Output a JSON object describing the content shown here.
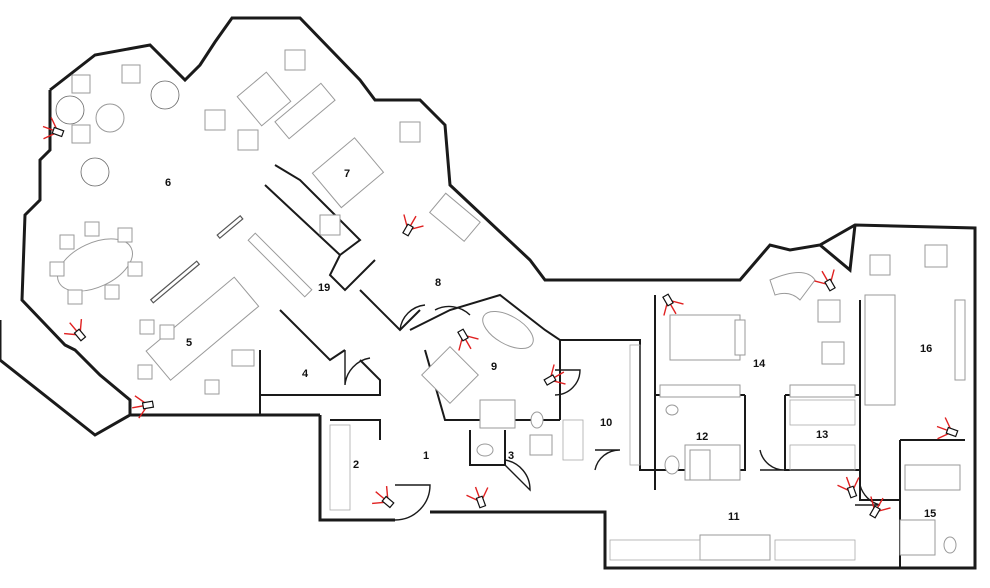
{
  "plan": {
    "colors": {
      "wall": "#1a1a1a",
      "furniture": "#9a9a9a",
      "camera_ray": "#e02020",
      "background": "#ffffff"
    },
    "rooms": [
      {
        "id": "1",
        "label": "1"
      },
      {
        "id": "2",
        "label": "2"
      },
      {
        "id": "3",
        "label": "3"
      },
      {
        "id": "4",
        "label": "4"
      },
      {
        "id": "5",
        "label": "5"
      },
      {
        "id": "6",
        "label": "6"
      },
      {
        "id": "7",
        "label": "7"
      },
      {
        "id": "8",
        "label": "8"
      },
      {
        "id": "9",
        "label": "9"
      },
      {
        "id": "10",
        "label": "10"
      },
      {
        "id": "11",
        "label": "11"
      },
      {
        "id": "12",
        "label": "12"
      },
      {
        "id": "13",
        "label": "13"
      },
      {
        "id": "14",
        "label": "14"
      },
      {
        "id": "15",
        "label": "15"
      },
      {
        "id": "16",
        "label": "16"
      },
      {
        "id": "19",
        "label": "19"
      }
    ],
    "camera_icon": "security-camera-icon",
    "camera_count": 13
  }
}
